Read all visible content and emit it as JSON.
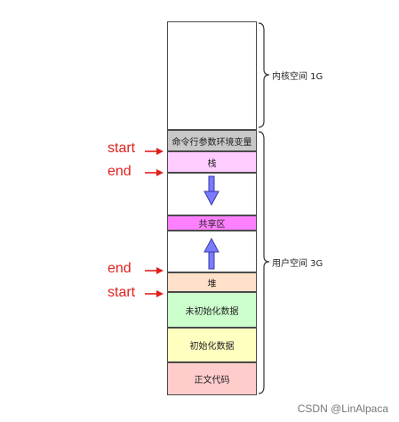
{
  "diagram": {
    "segments": {
      "kernel": "",
      "env": "命令行参数环境变量",
      "stack": "栈",
      "shared": "共享区",
      "heap": "堆",
      "bss": "未初始化数据",
      "data": "初始化数据",
      "text": "正文代码"
    },
    "braces": {
      "kernel_label": "内核空间 1G",
      "user_label": "用户空间 3G"
    },
    "markers": {
      "stack_start": "start",
      "stack_end": "end",
      "heap_end": "end",
      "heap_start": "start"
    },
    "colors": {
      "env": "#c8c8c8",
      "stack": "#ffccff",
      "shared": "#ff80ff",
      "heap": "#ffe0c8",
      "bss": "#ccffcc",
      "data": "#ffffc0",
      "text": "#ffcccc",
      "arrow": "#7b7bff",
      "marker": "#e0201c"
    }
  },
  "watermark": "CSDN @LinAlpaca"
}
